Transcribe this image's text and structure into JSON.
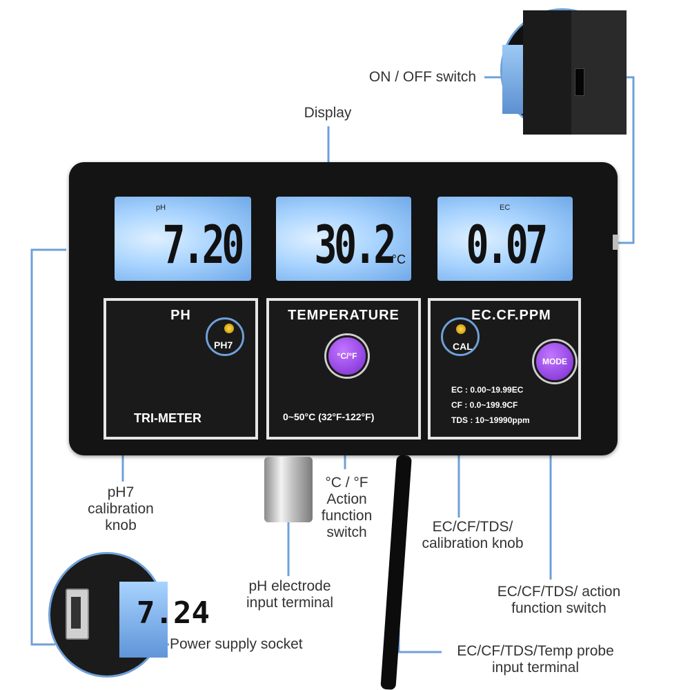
{
  "labels": {
    "on_off": "ON / OFF switch",
    "display": "Display",
    "ph7_knob": [
      "pH7",
      "calibration",
      "knob"
    ],
    "temp_switch": [
      "°C / °F",
      "Action",
      "function",
      "switch"
    ],
    "ec_cal_knob": [
      "EC/CF/TDS/",
      "calibration knob"
    ],
    "ph_terminal": [
      "pH electrode",
      "input terminal"
    ],
    "ec_action_switch": [
      "EC/CF/TDS/ action",
      "function switch"
    ],
    "power_socket": "Power supply socket",
    "probe_terminal": [
      "EC/CF/TDS/Temp probe",
      "input terminal"
    ]
  },
  "display": {
    "ph": {
      "tag": "pH",
      "value": "7.20"
    },
    "temp": {
      "value": "30.2",
      "unit": "°C"
    },
    "ec": {
      "tag": "EC",
      "value": "0.07"
    }
  },
  "panels": {
    "ph": {
      "title": "PH",
      "button": "PH7",
      "footer": "TRI-METER"
    },
    "temp": {
      "title": "TEMPERATURE",
      "button": "°C/°F",
      "range": "0~50°C (32°F-122°F)"
    },
    "ec": {
      "title": "EC.CF.PPM",
      "cal": "CAL",
      "mode": "MODE",
      "specs": [
        "EC : 0.00~19.99EC",
        "CF : 0.0~199.9CF",
        "TDS : 10~19990ppm"
      ]
    }
  },
  "zoom": {
    "digit": "7.24"
  },
  "colors": {
    "leader": "#6fa0d8",
    "lcd": "#a9d4ff",
    "button": "#7a2bd1",
    "device": "#141414"
  }
}
